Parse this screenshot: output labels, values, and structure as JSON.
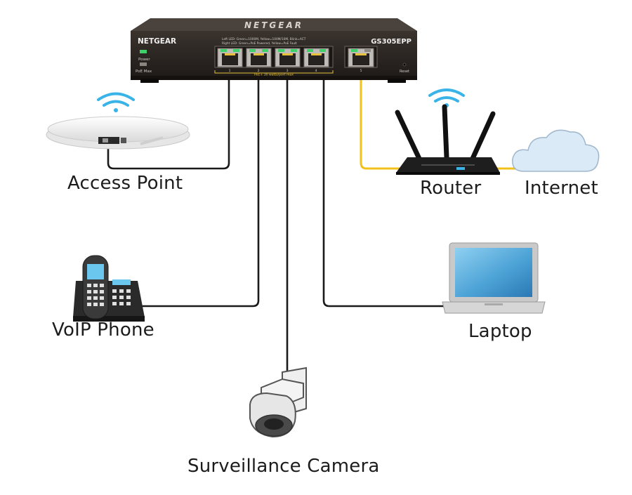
{
  "switch": {
    "brand_top": "NETGEAR",
    "brand_left": "NETGEAR",
    "model": "GS305EPP",
    "led_legend_1": "Left LED: Green=1000M, Yellow=100M/10M, Blink=ACT",
    "led_legend_2": "Right LED: Green=PoE Powered, Yellow=PoE Fault",
    "power_label": "Power",
    "poe_max_label": "PoE Max",
    "poe_budget_label": "PoE+ 30 watts/port max",
    "reset_label": "Reset",
    "port_numbers": [
      "1",
      "2",
      "3",
      "4",
      "5"
    ]
  },
  "devices": {
    "access_point": "Access Point",
    "router": "Router",
    "internet": "Internet",
    "voip_phone": "VoIP Phone",
    "laptop": "Laptop",
    "camera": "Surveillance Camera"
  },
  "colors": {
    "switch_body": "#2b2622",
    "cable_black": "#1a1a1a",
    "cable_yellow": "#f2c21a",
    "wifi_blue": "#3ab4e8",
    "cloud_blue": "#dbeaf7",
    "screen_blue": "#4da3d6"
  }
}
